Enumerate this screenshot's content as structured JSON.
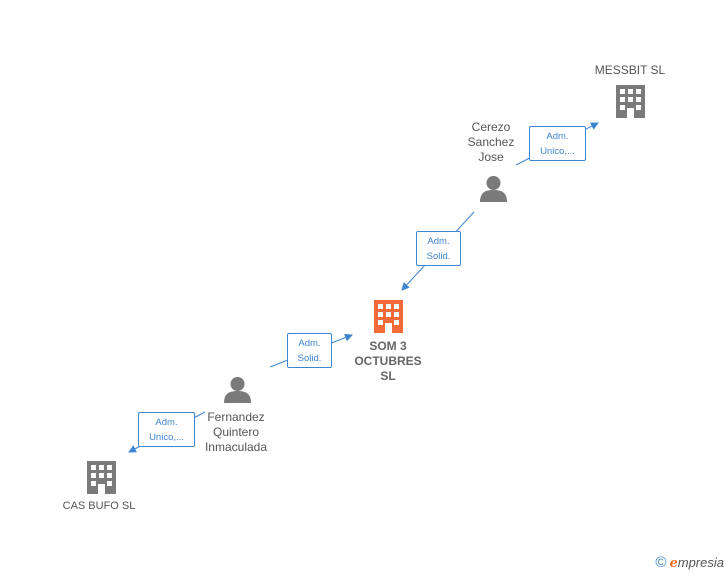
{
  "colors": {
    "edge": "#3f86d1",
    "building": "#7a7a7a",
    "building_center": "#f26a3a",
    "person": "#7a7a7a"
  },
  "nodes": {
    "messbit": {
      "label": "MESSBIT  SL",
      "icon": "building-icon"
    },
    "cerezo": {
      "line1": "Cerezo",
      "line2": "Sanchez",
      "line3": "Jose",
      "icon": "person-icon"
    },
    "som3": {
      "line1": "SOM 3",
      "line2": "OCTUBRES",
      "line3": "SL",
      "icon": "building-icon"
    },
    "fernandez": {
      "line1": "Fernandez",
      "line2": "Quintero",
      "line3": "Inmaculada",
      "icon": "person-icon"
    },
    "casbufo": {
      "label": "CAS BUFO  SL",
      "icon": "building-icon"
    }
  },
  "edges": {
    "cerezo_messbit": {
      "line1": "Adm.",
      "line2": "Unico,..."
    },
    "cerezo_som3": {
      "line1": "Adm.",
      "line2": "Solid."
    },
    "fernandez_som3": {
      "line1": "Adm.",
      "line2": "Solid."
    },
    "fernandez_casbufo": {
      "line1": "Adm.",
      "line2": "Unico,..."
    }
  },
  "watermark": {
    "symbol": "©",
    "brand_initial": "e",
    "brand_rest": "mpresia"
  }
}
